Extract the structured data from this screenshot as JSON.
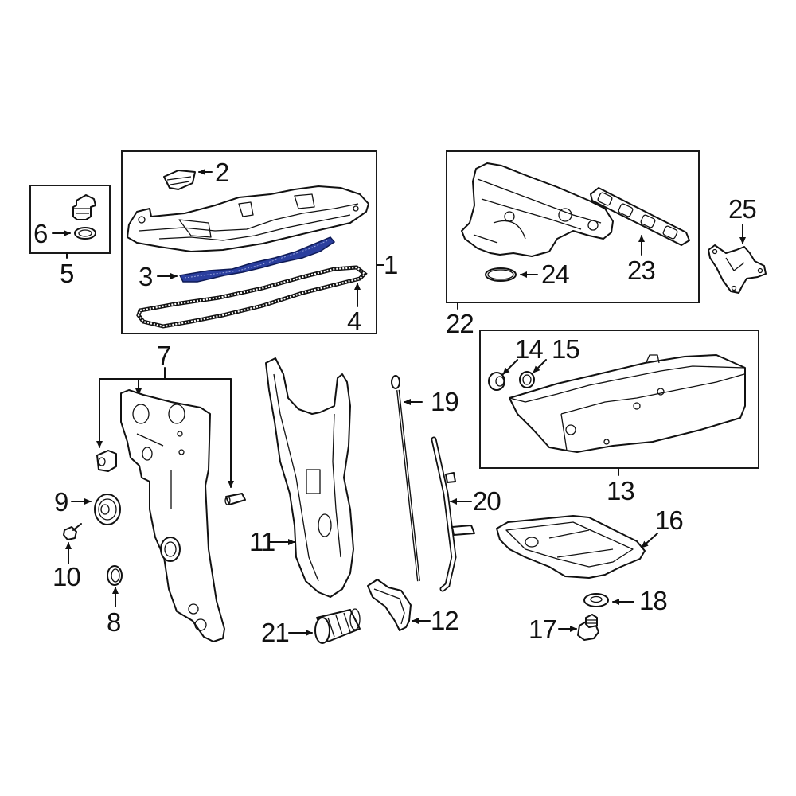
{
  "diagram": {
    "type": "exploded parts diagram",
    "highlight_color": "#2b3f9e",
    "line_color": "#111111",
    "background": "#ffffff",
    "highlighted_part": "3",
    "callouts": [
      {
        "id": "1",
        "label": "1"
      },
      {
        "id": "2",
        "label": "2"
      },
      {
        "id": "3",
        "label": "3"
      },
      {
        "id": "4",
        "label": "4"
      },
      {
        "id": "5",
        "label": "5"
      },
      {
        "id": "6",
        "label": "6"
      },
      {
        "id": "7",
        "label": "7"
      },
      {
        "id": "8",
        "label": "8"
      },
      {
        "id": "9",
        "label": "9"
      },
      {
        "id": "10",
        "label": "10"
      },
      {
        "id": "11",
        "label": "11"
      },
      {
        "id": "12",
        "label": "12"
      },
      {
        "id": "13",
        "label": "13"
      },
      {
        "id": "14",
        "label": "14"
      },
      {
        "id": "15",
        "label": "15"
      },
      {
        "id": "16",
        "label": "16"
      },
      {
        "id": "17",
        "label": "17"
      },
      {
        "id": "18",
        "label": "18"
      },
      {
        "id": "19",
        "label": "19"
      },
      {
        "id": "20",
        "label": "20"
      },
      {
        "id": "21",
        "label": "21"
      },
      {
        "id": "22",
        "label": "22"
      },
      {
        "id": "23",
        "label": "23"
      },
      {
        "id": "24",
        "label": "24"
      },
      {
        "id": "25",
        "label": "25"
      }
    ],
    "groups": [
      {
        "id": "1",
        "contains": [
          "2",
          "3",
          "4"
        ]
      },
      {
        "id": "5",
        "contains": [
          "6"
        ]
      },
      {
        "id": "22",
        "contains": [
          "23",
          "24"
        ]
      },
      {
        "id": "13",
        "contains": [
          "14",
          "15"
        ]
      }
    ]
  }
}
